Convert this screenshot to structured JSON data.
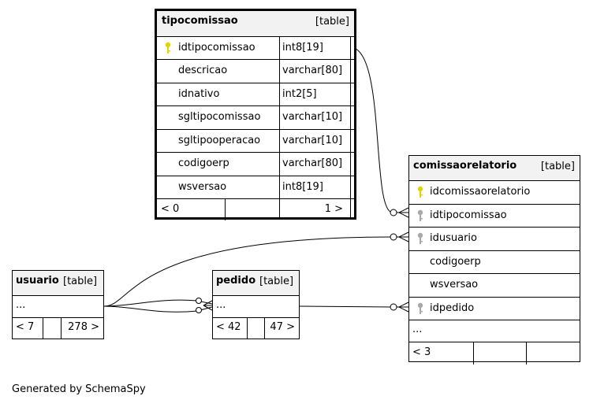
{
  "footer": "Generated by SchemaSpy",
  "colors": {
    "primary_key": "#e6d200",
    "foreign_key": "#a9a9a9",
    "header_bg": "#f2f2f2"
  },
  "tipocomissao": {
    "name": "tipocomissao",
    "tag": "[table]",
    "columns": [
      {
        "name": "idtipocomissao",
        "type": "int8[19]",
        "key": "primary"
      },
      {
        "name": "descricao",
        "type": "varchar[80]"
      },
      {
        "name": "idnativo",
        "type": "int2[5]"
      },
      {
        "name": "sgltipocomissao",
        "type": "varchar[10]"
      },
      {
        "name": "sgltipooperacao",
        "type": "varchar[10]"
      },
      {
        "name": "codigoerp",
        "type": "varchar[80]"
      },
      {
        "name": "wsversao",
        "type": "int8[19]"
      }
    ],
    "nav_left": "< 0",
    "nav_right": "1 >"
  },
  "comissaorelatorio": {
    "name": "comissaorelatorio",
    "tag": "[table]",
    "columns": [
      {
        "name": "idcomissaorelatorio",
        "key": "primary"
      },
      {
        "name": "idtipocomissao",
        "key": "foreign"
      },
      {
        "name": "idusuario",
        "key": "foreign"
      },
      {
        "name": "codigoerp"
      },
      {
        "name": "wsversao"
      },
      {
        "name": "idpedido",
        "key": "foreign"
      }
    ],
    "more": "...",
    "nav_left": "< 3"
  },
  "usuario": {
    "name": "usuario",
    "tag": "[table]",
    "more": "...",
    "nav_left": "< 7",
    "nav_right": "278 >"
  },
  "pedido": {
    "name": "pedido",
    "tag": "[table]",
    "more": "...",
    "nav_left": "< 42",
    "nav_right": "47 >"
  }
}
